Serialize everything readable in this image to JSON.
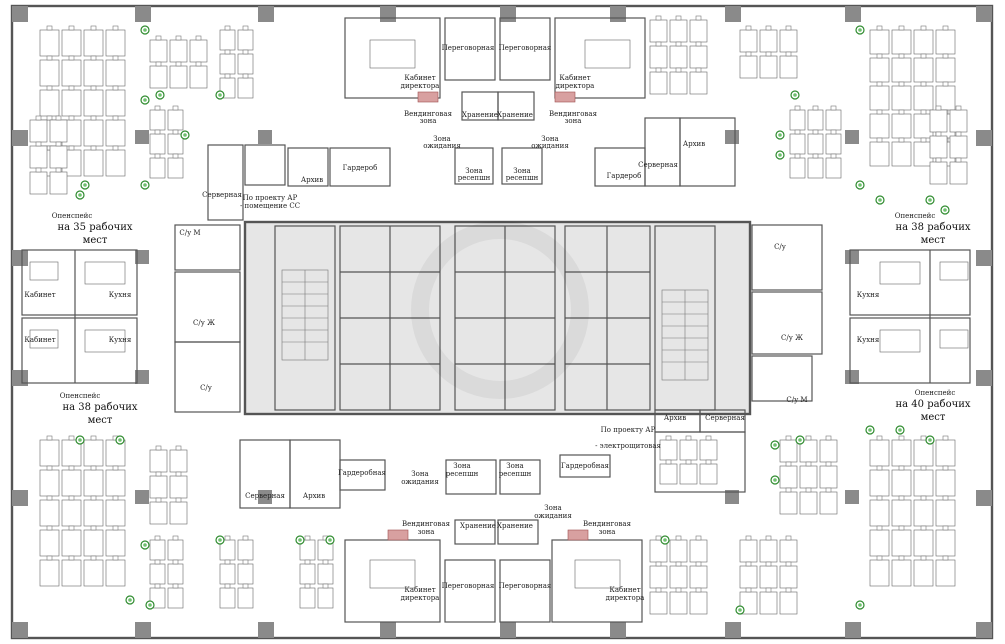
{
  "labels": {
    "openspace_tl_title": "Опенспейс",
    "openspace_tl_line1": "на 35 рабочих",
    "openspace_tl_line2": "мест",
    "openspace_tr_title": "Опенспейс",
    "openspace_tr_line1": "на 38 рабочих",
    "openspace_tr_line2": "мест",
    "openspace_bl_title": "Опенспейс",
    "openspace_bl_line1": "на 38 рабочих",
    "openspace_bl_line2": "мест",
    "openspace_br_title": "Опенспейс",
    "openspace_br_line1": "на 40 рабочих",
    "openspace_br_line2": "мест",
    "meeting_1": "Переговорная",
    "meeting_2": "Переговорная",
    "meeting_3": "Переговорная",
    "meeting_4": "Переговорная",
    "director_office_1a": "Кабинет",
    "director_office_1b": "директора",
    "director_office_2a": "Кабинет",
    "director_office_2b": "директора",
    "director_office_3a": "Кабинет",
    "director_office_3b": "директора",
    "director_office_4a": "Кабинет",
    "director_office_4b": "директора",
    "vending_1a": "Вендинговая",
    "vending_1b": "зона",
    "vending_2a": "Вендинговая",
    "vending_2b": "зона",
    "vending_3a": "Вендинговая",
    "vending_3b": "зона",
    "vending_4a": "Вендинговая",
    "vending_4b": "зона",
    "storage_1": "Хранение",
    "storage_2": "Хранение",
    "storage_3": "Хранение",
    "storage_4": "Хранение",
    "waiting_1a": "Зона",
    "waiting_1b": "ожидания",
    "waiting_2a": "Зона",
    "waiting_2b": "ожидания",
    "waiting_3a": "Зона",
    "waiting_3b": "ожидания",
    "waiting_4a": "Зона",
    "waiting_4b": "ожидания",
    "reception_1a": "Зона",
    "reception_1b": "ресепшн",
    "reception_2a": "Зона",
    "reception_2b": "ресепшн",
    "reception_3a": "Зона",
    "reception_3b": "ресепшн",
    "reception_4a": "Зона",
    "reception_4b": "ресепшн",
    "archive_1": "Архив",
    "archive_2": "Архив",
    "archive_3": "Архив",
    "archive_4": "Архив",
    "wardrobe_1": "Гардероб",
    "wardrobe_2": "Гардероб",
    "wardrobe_3": "Гардеробная",
    "wardrobe_4": "Гардеробная",
    "server_1": "Серверная",
    "server_2": "Серверная",
    "server_3": "Серверная",
    "server_4": "Серверная",
    "ar_project_1a": "По проекту АР",
    "ar_project_1b": "- помещение СС",
    "ar_project_2a": "По проекту АР",
    "ar_project_2b": "- электрощитовая",
    "cabinet_1": "Кабинет",
    "cabinet_2": "Кабинет",
    "kitchen_1": "Кухня",
    "kitchen_2": "Кухня",
    "kitchen_3": "Кухня",
    "kitchen_4": "Кухня",
    "wc_m_left": "С/у М",
    "wc_f_left": "С/у Ж",
    "wc_left": "С/у",
    "wc_right_top": "С/у",
    "wc_f_right": "С/у Ж",
    "wc_m_right": "С/у М"
  },
  "colors": {
    "wall": "#555555",
    "column": "#8a8a8a",
    "plant": "#2e8b2e",
    "vending": "#d8a0a0"
  }
}
